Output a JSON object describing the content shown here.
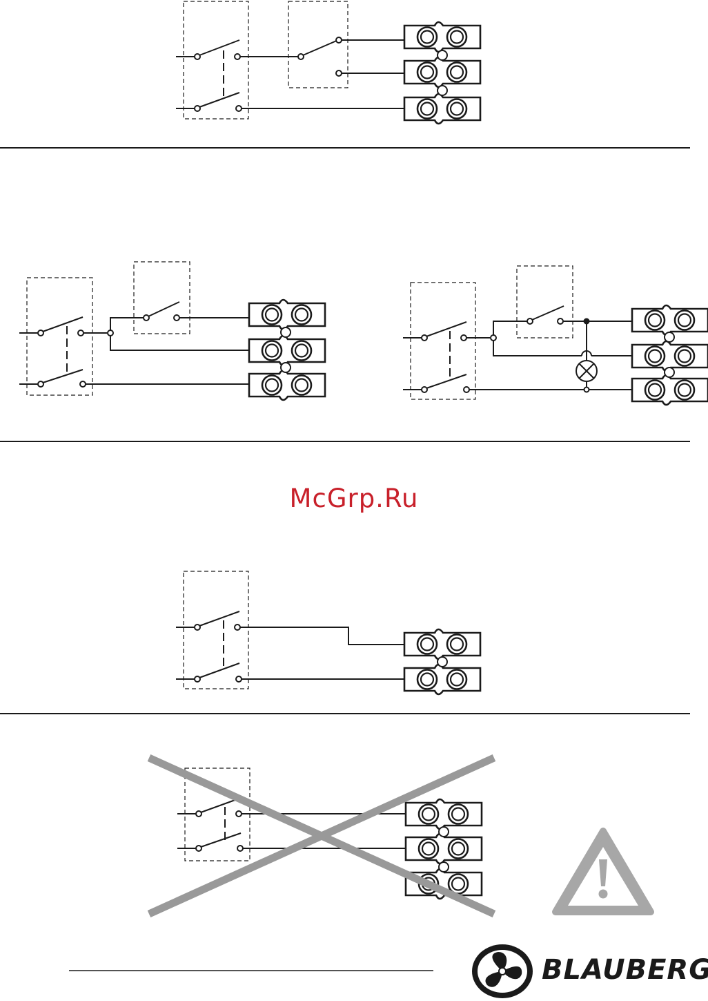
{
  "watermark": {
    "text": "McGrp.Ru",
    "color": "#c8202a"
  },
  "brand": {
    "name": "BLAUBERG"
  },
  "colors": {
    "ink": "#1a1a1a",
    "cross": "#999999",
    "warning": "#a7a7a7"
  },
  "diagrams": [
    {
      "id": "diagram-1",
      "terminals": 3,
      "note": ""
    },
    {
      "id": "diagram-2",
      "terminals": 3,
      "note": ""
    },
    {
      "id": "diagram-3",
      "terminals": 3,
      "note": ""
    },
    {
      "id": "diagram-4",
      "terminals": 2,
      "note": ""
    },
    {
      "id": "diagram-5-crossed",
      "terminals": 3,
      "note": ""
    }
  ],
  "icons": [
    "warning-triangle-icon",
    "blauberg-fan-logo-icon",
    "lamp-indicator-icon",
    "prohibited-cross-icon"
  ]
}
